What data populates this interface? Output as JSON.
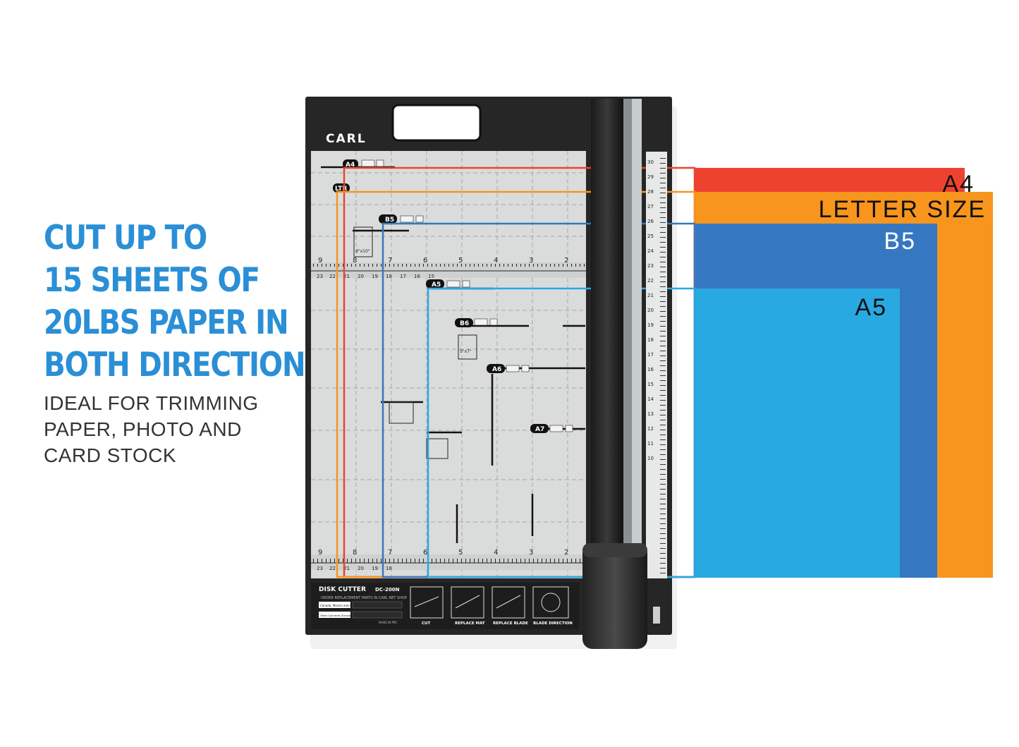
{
  "headline_lines": [
    "CUT UP TO",
    "15 SHEETS OF",
    "20LBS PAPER IN",
    "BOTH DIRECTION"
  ],
  "subtext_lines": [
    "IDEAL FOR TRIMMING",
    "PAPER, PHOTO AND",
    "CARD STOCK"
  ],
  "colors": {
    "headline": "#2a8fd6",
    "a4": "#ee4230",
    "letter": "#f7951d",
    "b5": "#3578c1",
    "a5": "#29a9e1"
  },
  "sheets": {
    "a4": "A4",
    "letter": "LETTER SIZE",
    "b5": "B5",
    "a5": "A5"
  },
  "cutter": {
    "brand": "CARL",
    "model": "DC-200N",
    "name": "DISK CUTTER",
    "order_text": "ORDER REPLACEMENT PARTS IN CARL NET SHOP",
    "region_1": "Canada, Mexico and USA",
    "region_2": "Other Countries (Except Japan)",
    "made_in": "MADE IN PRC",
    "footer_labels": [
      "CUT",
      "REPLACE MAT",
      "REPLACE BLADE",
      "BLADE DIRECTION"
    ],
    "guide_tags": [
      "A4",
      "LTR",
      "B5",
      "A5",
      "B6",
      "A6",
      "A7"
    ],
    "photo_tag_1": "8\"x10\"",
    "photo_tag_2": "5\"x7\""
  }
}
